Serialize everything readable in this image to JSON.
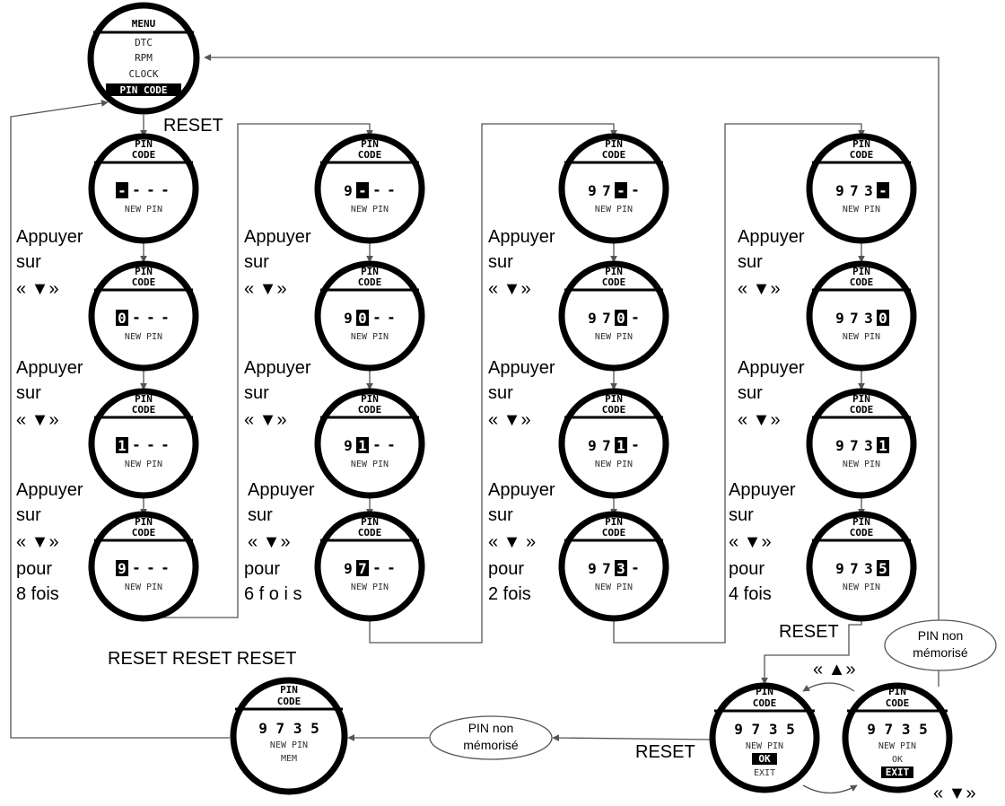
{
  "menu": {
    "title": "MENU",
    "items": [
      "DTC",
      "RPM",
      "CLOCK",
      "PIN CODE"
    ]
  },
  "screen": {
    "title_line1": "PIN",
    "title_line2": "CODE",
    "new_pin": "NEW PIN",
    "ok": "OK",
    "exit": "EXIT",
    "mem": "MEM"
  },
  "columns": [
    {
      "states": [
        "-",
        "0",
        "1",
        "9"
      ],
      "prefix": "",
      "hint_last": [
        "pour",
        "8 fois"
      ]
    },
    {
      "states": [
        "-",
        "0",
        "1",
        "7"
      ],
      "prefix": "9",
      "hint_last": [
        "pour",
        "6 f o i s"
      ]
    },
    {
      "states": [
        "-",
        "0",
        "1",
        "3"
      ],
      "prefix": "97",
      "hint_last": [
        "pour",
        "2 fois"
      ]
    },
    {
      "states": [
        "-",
        "0",
        "1",
        "5"
      ],
      "prefix": "973",
      "hint_last": [
        "pour",
        "4 fois"
      ]
    }
  ],
  "final_code": "9 7 3 5",
  "hints": {
    "press": "Appuyer",
    "on": "sur",
    "down_key": "« ▼»",
    "down_key_spaced": "« ▼ »",
    "up_key": "« ▲»"
  },
  "labels": {
    "reset": "RESET",
    "reset_triple": "RESET RESET RESET",
    "pin_not_saved_line1": "PIN non",
    "pin_not_saved_line2": "mémorisé"
  }
}
